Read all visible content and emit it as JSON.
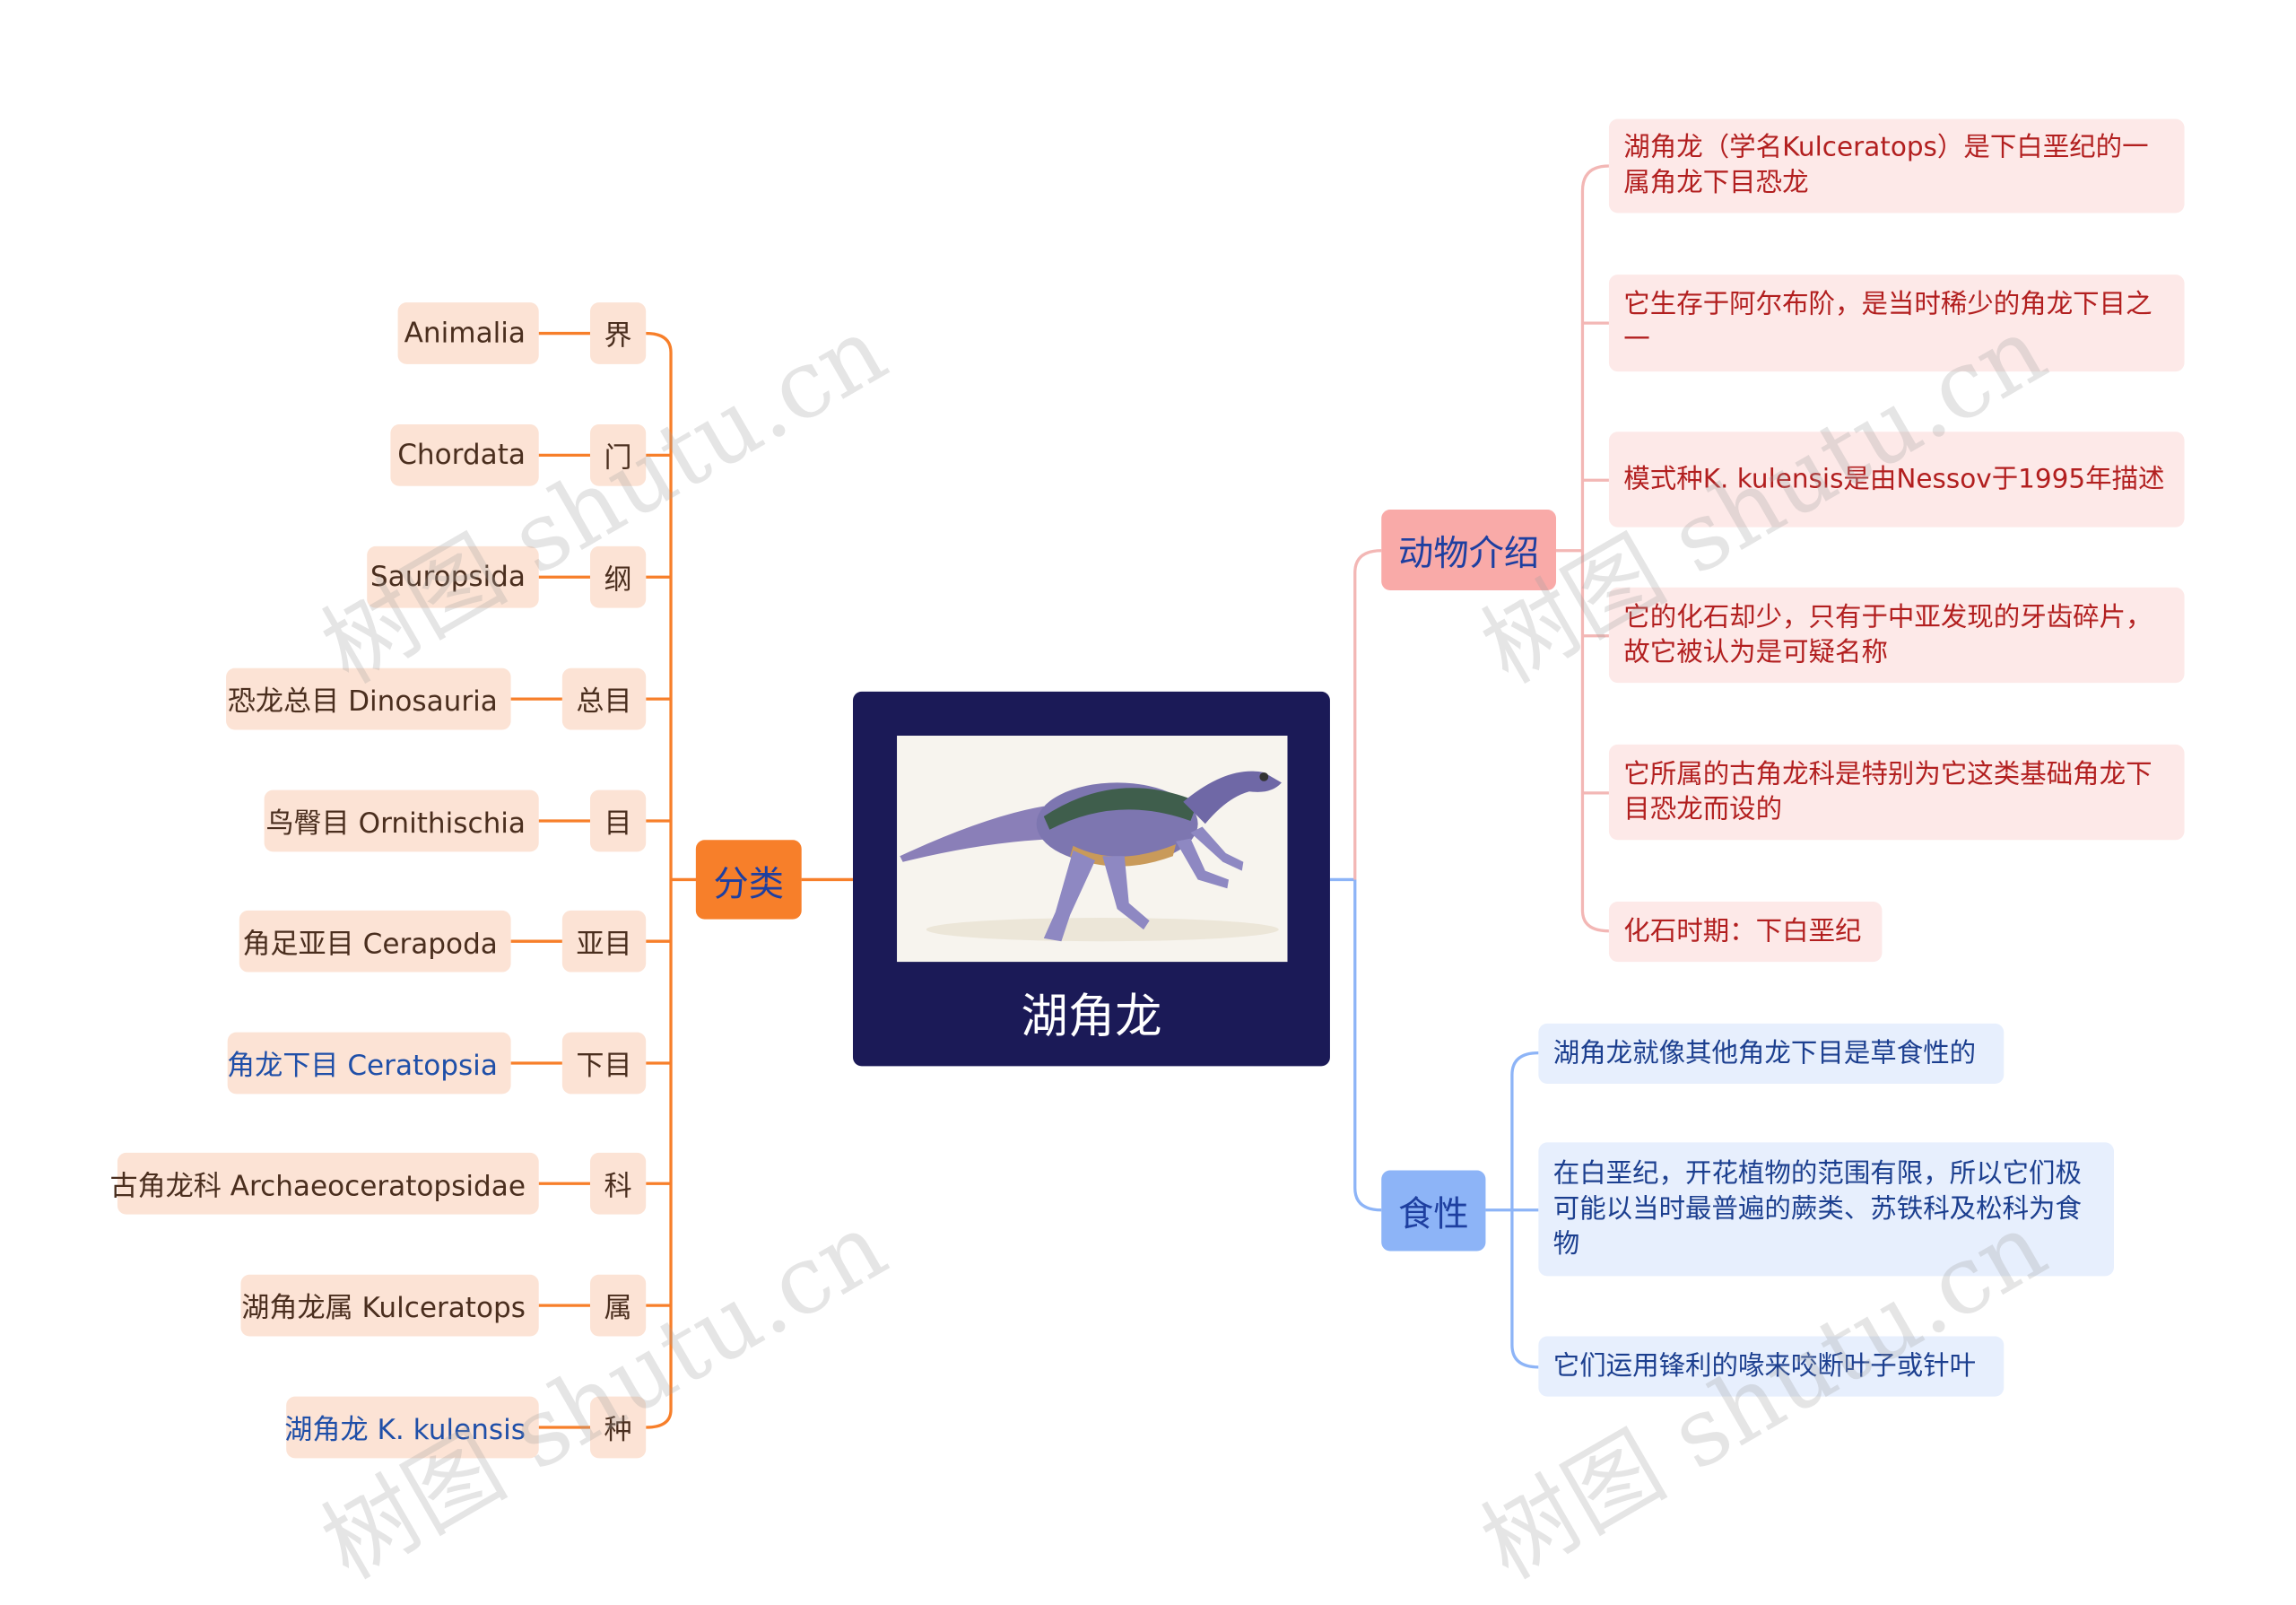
{
  "root": {
    "title": "湖角龙"
  },
  "classification": {
    "label": "分类",
    "items": [
      {
        "rank": "界",
        "value": "Animalia"
      },
      {
        "rank": "门",
        "value": "Chordata"
      },
      {
        "rank": "纲",
        "value": "Sauropsida"
      },
      {
        "rank": "总目",
        "value": "恐龙总目 Dinosauria"
      },
      {
        "rank": "目",
        "value": "鸟臀目 Ornithischia"
      },
      {
        "rank": "亚目",
        "value": "角足亚目 Cerapoda"
      },
      {
        "rank": "下目",
        "value": "角龙下目 Ceratopsia"
      },
      {
        "rank": "科",
        "value": "古角龙科 Archaeoceratopsidae"
      },
      {
        "rank": "属",
        "value": "湖角龙属 Kulceratops"
      },
      {
        "rank": "种",
        "value": "湖角龙 K. kulensis"
      }
    ]
  },
  "intro": {
    "label": "动物介绍",
    "items": [
      "湖角龙（学名Kulceratops）是下白垩纪的一属角龙下目恐龙",
      "它生存于阿尔布阶，是当时稀少的角龙下目之一",
      " 模式种K. kulensis是由Nessov于1995年描述",
      "它的化石却少，只有于中亚发现的牙齿碎片，故它被认为是可疑名称",
      "它所属的古角龙科是特别为它这类基础角龙下目恐龙而设的",
      "化石时期：下白垩纪"
    ]
  },
  "diet": {
    "label": "食性",
    "items": [
      "湖角龙就像其他角龙下目是草食性的",
      "在白垩纪，开花植物的范围有限，所以它们极可能以当时最普遍的蕨类、苏铁科及松科为食物",
      "它们运用锋利的喙来咬断叶子或针叶"
    ]
  },
  "watermark": "树图 shutu.cn",
  "colors": {
    "root_bg": "#1b1a57",
    "classification": "#f77f2a",
    "intro": "#f9aaa8",
    "diet": "#8db4f7"
  }
}
